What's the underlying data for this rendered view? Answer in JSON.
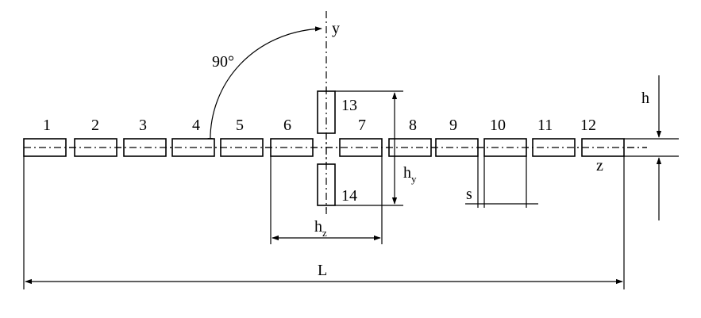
{
  "elements": [
    "1",
    "2",
    "3",
    "4",
    "5",
    "6",
    "7",
    "8",
    "9",
    "10",
    "11",
    "12"
  ],
  "vertical_elements": [
    "13",
    "14"
  ],
  "axis": {
    "y": "y",
    "z": "z"
  },
  "angle": "90°",
  "dims": {
    "h": "h",
    "hy_main": "h",
    "hy_sub": "y",
    "hz_main": "h",
    "hz_sub": "z",
    "L": "L",
    "s": "s"
  }
}
